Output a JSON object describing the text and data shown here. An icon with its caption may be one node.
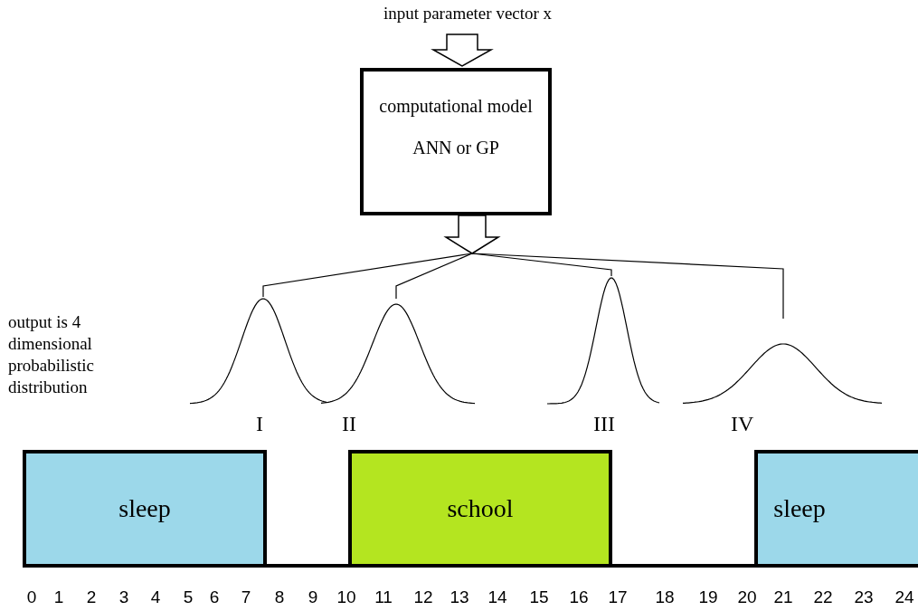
{
  "diagram": {
    "nodes": [
      {
        "text": [
          "input parameter vector x"
        ]
      },
      {
        "text": [
          "computational model",
          "ANN or GP"
        ]
      },
      {
        "text": [],
        "shape": "point"
      },
      {
        "text": [],
        "shape": "curve",
        "beside": [
          "I"
        ]
      },
      {
        "text": [],
        "shape": "curve",
        "beside": [
          "II"
        ]
      },
      {
        "text": [],
        "shape": "curve",
        "beside": [
          "III"
        ]
      },
      {
        "text": [],
        "shape": "curve",
        "beside": [
          "IV"
        ]
      },
      {
        "text": [
          "sleep"
        ]
      },
      {
        "text": [
          "school"
        ]
      },
      {
        "text": [
          "sleep"
        ]
      }
    ],
    "edges": [
      {
        "from": 0,
        "to": 1,
        "arrow": "to",
        "style": "thick"
      },
      {
        "from": 1,
        "to": 2,
        "arrow": "to",
        "style": "thick"
      },
      {
        "from": 2,
        "to": 3,
        "arrow": "none"
      },
      {
        "from": 2,
        "to": 4,
        "arrow": "none"
      },
      {
        "from": 2,
        "to": 5,
        "arrow": "none"
      },
      {
        "from": 2,
        "to": 6,
        "arrow": "none"
      }
    ],
    "labels": [
      "output is 4 dimensional probabilistic distribution",
      "0",
      "1",
      "2",
      "3",
      "4",
      "5",
      "6",
      "7",
      "8",
      "9",
      "10",
      "11",
      "12",
      "13",
      "14",
      "15",
      "16",
      "17",
      "18",
      "19",
      "20",
      "21",
      "22",
      "23",
      "24"
    ]
  }
}
